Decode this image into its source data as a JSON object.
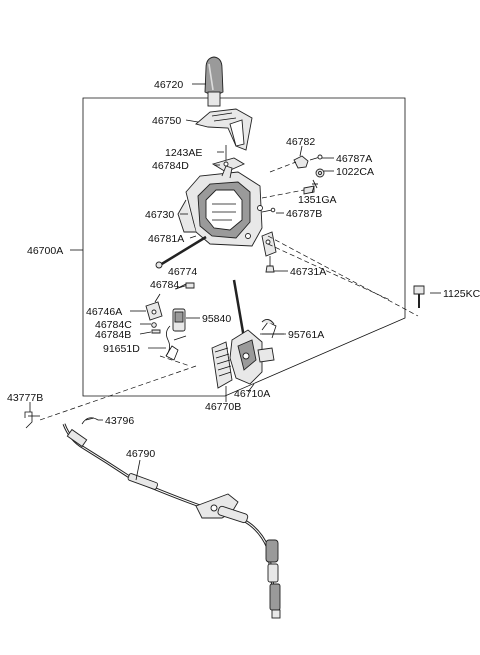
{
  "labels": [
    {
      "id": "46720",
      "text": "46720"
    },
    {
      "id": "46750",
      "text": "46750"
    },
    {
      "id": "46782",
      "text": "46782"
    },
    {
      "id": "1243AE",
      "text": "1243AE"
    },
    {
      "id": "46787A",
      "text": "46787A"
    },
    {
      "id": "46784D",
      "text": "46784D"
    },
    {
      "id": "1022CA",
      "text": "1022CA"
    },
    {
      "id": "1351GA",
      "text": "1351GA"
    },
    {
      "id": "46730",
      "text": "46730"
    },
    {
      "id": "46787B",
      "text": "46787B"
    },
    {
      "id": "46781A",
      "text": "46781A"
    },
    {
      "id": "46700A",
      "text": "46700A"
    },
    {
      "id": "46774",
      "text": "46774"
    },
    {
      "id": "46731A",
      "text": "46731A"
    },
    {
      "id": "46784",
      "text": "46784"
    },
    {
      "id": "1125KC",
      "text": "1125KC"
    },
    {
      "id": "46746A",
      "text": "46746A"
    },
    {
      "id": "95840",
      "text": "95840"
    },
    {
      "id": "46784C",
      "text": "46784C"
    },
    {
      "id": "46784B",
      "text": "46784B"
    },
    {
      "id": "95761A",
      "text": "95761A"
    },
    {
      "id": "91651D",
      "text": "91651D"
    },
    {
      "id": "46710A",
      "text": "46710A"
    },
    {
      "id": "46770B",
      "text": "46770B"
    },
    {
      "id": "43777B",
      "text": "43777B"
    },
    {
      "id": "43796",
      "text": "43796"
    },
    {
      "id": "46790",
      "text": "46790"
    }
  ]
}
